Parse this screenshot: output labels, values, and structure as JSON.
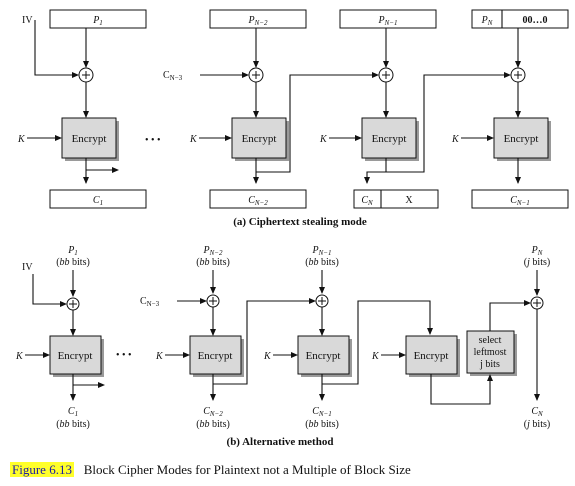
{
  "figure": {
    "number": "Figure 6.13",
    "title": "Block Cipher Modes for Plaintext not a Multiple of Block Size"
  },
  "part_a": {
    "caption": "(a) Ciphertext stealing mode",
    "iv": "IV",
    "key": "K",
    "encrypt": "Encrypt",
    "ellipsis": "• • •",
    "c_n3": "C",
    "c_n3_sub": "N−3",
    "plaintext": [
      {
        "main": "P",
        "sub": "1"
      },
      {
        "main": "P",
        "sub": "N−2"
      },
      {
        "main": "P",
        "sub": "N−1"
      },
      {
        "main": "P",
        "sub": "N"
      }
    ],
    "padding": "00…0",
    "ciphertext": [
      {
        "main": "C",
        "sub": "1"
      },
      {
        "main": "C",
        "sub": "N−2"
      },
      {
        "main": "C",
        "sub": "N"
      },
      {
        "main": "C",
        "sub": "N−1"
      }
    ],
    "x_mark": "X"
  },
  "part_b": {
    "caption": "(b) Alternative method",
    "iv": "IV",
    "key": "K",
    "encrypt": "Encrypt",
    "ellipsis": "• • •",
    "c_n3": "C",
    "c_n3_sub": "N−3",
    "plaintext": [
      {
        "main": "P",
        "sub": "1",
        "bits": "bb",
        "unit": " bits)"
      },
      {
        "main": "P",
        "sub": "N−2",
        "bits": "bb",
        "unit": " bits)"
      },
      {
        "main": "P",
        "sub": "N−1",
        "bits": "bb",
        "unit": " bits)"
      },
      {
        "main": "P",
        "sub": "N",
        "bits": "j",
        "unit": " bits)"
      }
    ],
    "ciphertext": [
      {
        "main": "C",
        "sub": "1",
        "bits": "bb",
        "unit": " bits)"
      },
      {
        "main": "C",
        "sub": "N−2",
        "bits": "bb",
        "unit": " bits)"
      },
      {
        "main": "C",
        "sub": "N−1",
        "bits": "bb",
        "unit": " bits)"
      },
      {
        "main": "C",
        "sub": "N",
        "bits": "j",
        "unit": " bits)"
      }
    ],
    "select_lines": [
      "select",
      "leftmost",
      "j bits"
    ]
  }
}
